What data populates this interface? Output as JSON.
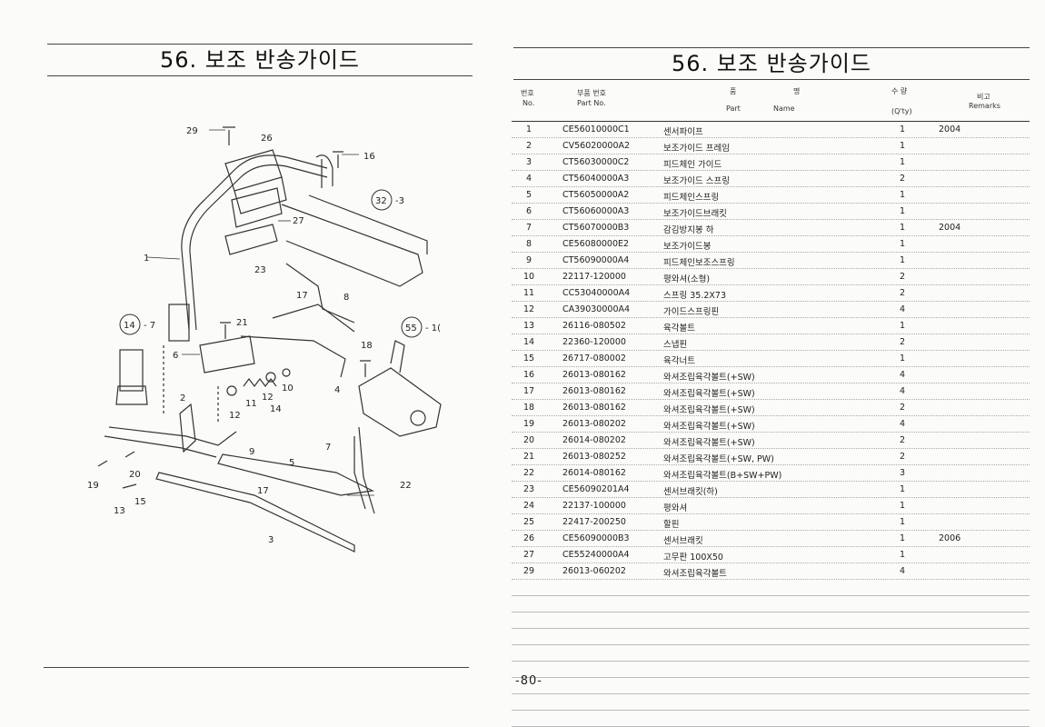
{
  "title": "56. 보조 반송가이드",
  "page_number": "-80-",
  "table": {
    "headers": {
      "no_kr": "번호",
      "no_en": "No.",
      "part_no_kr": "부품 번호",
      "part_no_en": "Part  No.",
      "name_kr_1": "품",
      "name_kr_2": "명",
      "part_en": "Part",
      "name_en": "Name",
      "qty_kr": "수  량",
      "qty_en": "(Q'ty)",
      "remarks_kr": "비고",
      "remarks_en": "Remarks"
    },
    "rows": [
      {
        "no": "1",
        "code": "CE56010000C1",
        "name": "센서파이프",
        "qty": "1",
        "remarks": "2004"
      },
      {
        "no": "2",
        "code": "CV56020000A2",
        "name": "보조가이드 프레임",
        "qty": "1",
        "remarks": ""
      },
      {
        "no": "3",
        "code": "CT56030000C2",
        "name": "피드체인 가이드",
        "qty": "1",
        "remarks": ""
      },
      {
        "no": "4",
        "code": "CT56040000A3",
        "name": "보조가이드 스프링",
        "qty": "2",
        "remarks": ""
      },
      {
        "no": "5",
        "code": "CT56050000A2",
        "name": "피드체인스프링",
        "qty": "1",
        "remarks": ""
      },
      {
        "no": "6",
        "code": "CT56060000A3",
        "name": "보조가이드브래킷",
        "qty": "1",
        "remarks": ""
      },
      {
        "no": "7",
        "code": "CT56070000B3",
        "name": "감김방지봉 하",
        "qty": "1",
        "remarks": "2004"
      },
      {
        "no": "8",
        "code": "CE56080000E2",
        "name": "보조가이드봉",
        "qty": "1",
        "remarks": ""
      },
      {
        "no": "9",
        "code": "CT56090000A4",
        "name": "피드체인보조스프링",
        "qty": "1",
        "remarks": ""
      },
      {
        "no": "10",
        "code": "22117-120000",
        "name": "평와셔(소형)",
        "qty": "2",
        "remarks": ""
      },
      {
        "no": "11",
        "code": "CC53040000A4",
        "name": "스프링 35.2X73",
        "qty": "2",
        "remarks": ""
      },
      {
        "no": "12",
        "code": "CA39030000A4",
        "name": "가이드스프링핀",
        "qty": "4",
        "remarks": ""
      },
      {
        "no": "13",
        "code": "26116-080502",
        "name": "육각볼트",
        "qty": "1",
        "remarks": ""
      },
      {
        "no": "14",
        "code": "22360-120000",
        "name": "스냅핀",
        "qty": "2",
        "remarks": ""
      },
      {
        "no": "15",
        "code": "26717-080002",
        "name": "육각너트",
        "qty": "1",
        "remarks": ""
      },
      {
        "no": "16",
        "code": "26013-080162",
        "name": "와셔조립육각볼트(+SW)",
        "qty": "4",
        "remarks": ""
      },
      {
        "no": "17",
        "code": "26013-080162",
        "name": "와셔조립육각볼트(+SW)",
        "qty": "4",
        "remarks": ""
      },
      {
        "no": "18",
        "code": "26013-080162",
        "name": "와셔조립육각볼트(+SW)",
        "qty": "2",
        "remarks": ""
      },
      {
        "no": "19",
        "code": "26013-080202",
        "name": "와셔조립육각볼트(+SW)",
        "qty": "4",
        "remarks": ""
      },
      {
        "no": "20",
        "code": "26014-080202",
        "name": "와셔조립육각볼트(+SW)",
        "qty": "2",
        "remarks": ""
      },
      {
        "no": "21",
        "code": "26013-080252",
        "name": "와셔조립육각볼트(+SW, PW)",
        "qty": "2",
        "remarks": ""
      },
      {
        "no": "22",
        "code": "26014-080162",
        "name": "와셔조립육각볼트(B+SW+PW)",
        "qty": "3",
        "remarks": ""
      },
      {
        "no": "23",
        "code": "CE56090201A4",
        "name": "센서브래킷(하)",
        "qty": "1",
        "remarks": ""
      },
      {
        "no": "24",
        "code": "22137-100000",
        "name": "평와셔",
        "qty": "1",
        "remarks": ""
      },
      {
        "no": "25",
        "code": "22417-200250",
        "name": "할핀",
        "qty": "1",
        "remarks": ""
      },
      {
        "no": "26",
        "code": "CE56090000B3",
        "name": "센서브래킷",
        "qty": "1",
        "remarks": "2006"
      },
      {
        "no": "27",
        "code": "CE55240000A4",
        "name": "고무판 100X50",
        "qty": "1",
        "remarks": ""
      },
      {
        "no": "29",
        "code": "26013-060202",
        "name": "와셔조립육각볼트",
        "qty": "4",
        "remarks": ""
      }
    ]
  },
  "diagram": {
    "callouts": {
      "c29": "29",
      "c26": "26",
      "c16": "16",
      "c32": "32",
      "c32s": "-3",
      "c27": "27",
      "c1": "1",
      "c23": "23",
      "c14": "14",
      "c14s": "- 7",
      "c17": "17",
      "c8": "8",
      "c21": "21",
      "c55": "55",
      "c55s": "- 1(",
      "c18": "18",
      "c6": "6",
      "c10": "10",
      "c12a": "12",
      "c11": "11",
      "c14b": "14",
      "c12b": "12",
      "c4": "4",
      "c2": "2",
      "c7": "7",
      "c9": "9",
      "c5": "5",
      "c20": "20",
      "c19": "19",
      "c15": "15",
      "c13": "13",
      "c17b": "17",
      "c22": "22",
      "c3": "3"
    }
  }
}
